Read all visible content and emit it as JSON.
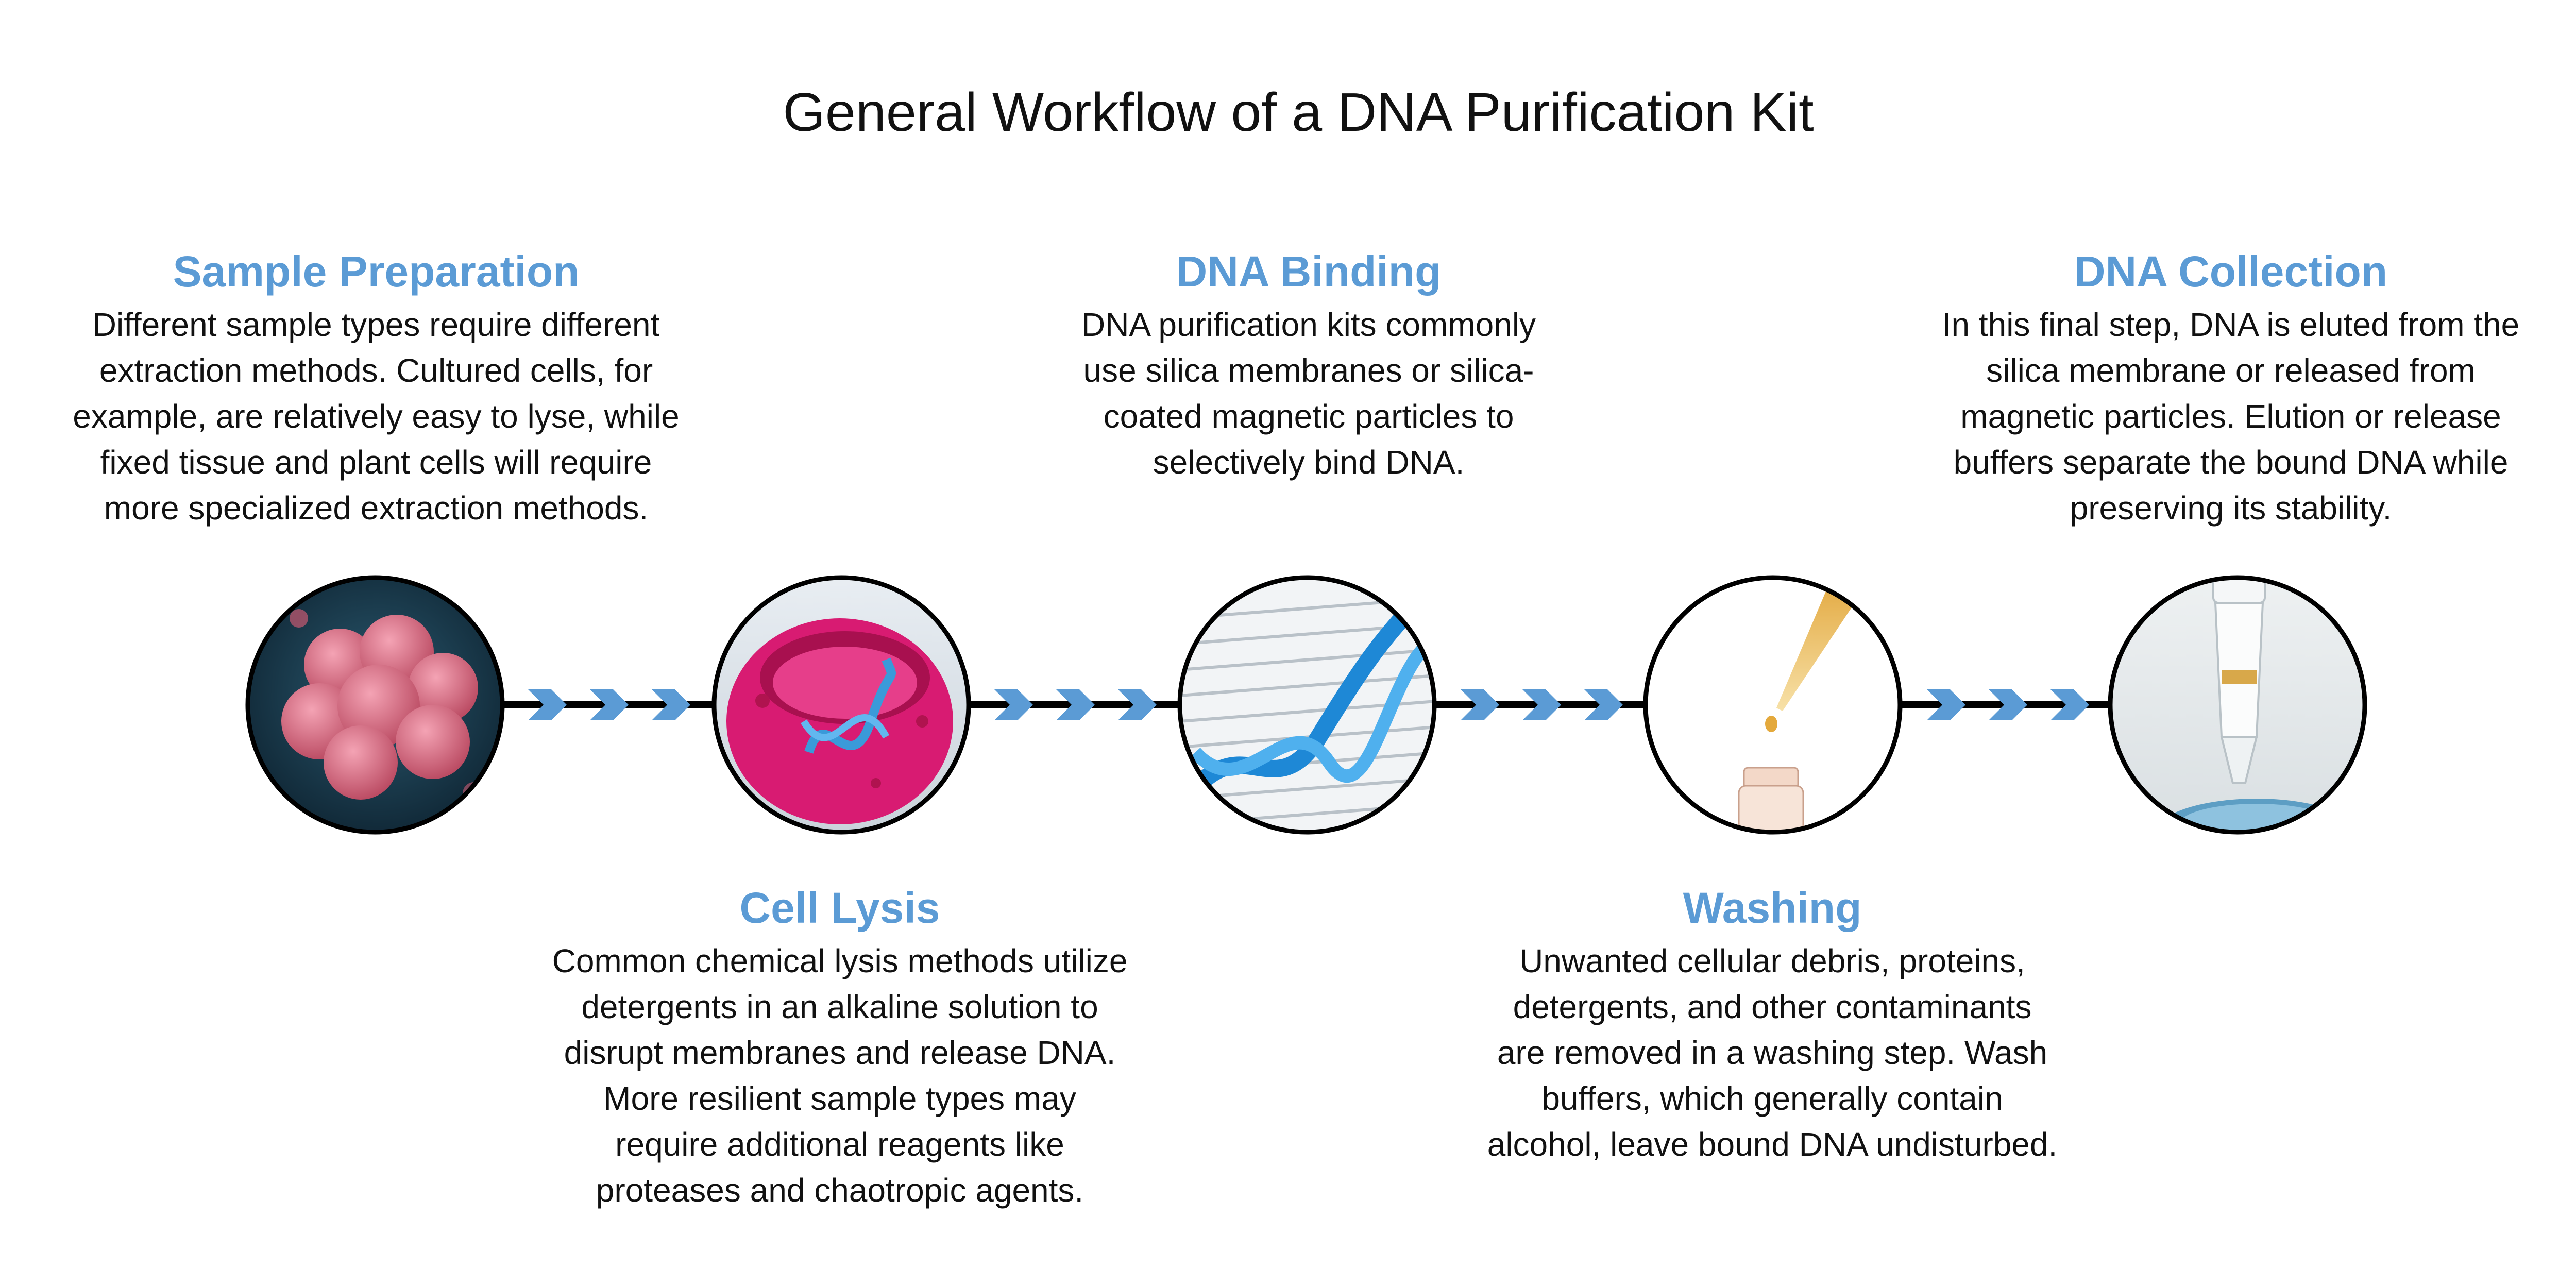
{
  "title": "General Workflow of a DNA Purification Kit",
  "colors": {
    "accent": "#5b9bd5",
    "text": "#111111",
    "line": "#000000"
  },
  "steps": [
    {
      "heading": "Sample Preparation",
      "lines": [
        "Different sample types require different",
        "extraction methods. Cultured cells, for",
        "example, are relatively easy to lyse, while",
        "fixed tissue and plant cells will require",
        "more specialized extraction methods."
      ]
    },
    {
      "heading": "Cell Lysis",
      "lines": [
        "Common chemical lysis methods utilize",
        "detergents in an alkaline solution to",
        "disrupt membranes and release DNA.",
        "More resilient sample types may",
        "require additional reagents like",
        "proteases and chaotropic agents."
      ]
    },
    {
      "heading": "DNA Binding",
      "lines": [
        "DNA purification kits commonly",
        "use silica membranes or silica-",
        "coated magnetic particles to",
        "selectively bind DNA."
      ]
    },
    {
      "heading": "Washing",
      "lines": [
        "Unwanted cellular debris, proteins,",
        "detergents, and other contaminants",
        "are removed in a washing step. Wash",
        "buffers, which generally contain",
        "alcohol, leave bound DNA undisturbed."
      ]
    },
    {
      "heading": "DNA Collection",
      "lines": [
        "In this final step, DNA is eluted from the",
        "silica membrane or released from",
        "magnetic particles. Elution or release",
        "buffers separate the bound DNA while",
        "preserving its stability."
      ]
    }
  ],
  "images": [
    {
      "icon": "cell-cluster-icon"
    },
    {
      "icon": "lysed-cell-icon"
    },
    {
      "icon": "dna-helix-icon"
    },
    {
      "icon": "pipette-dropper-icon"
    },
    {
      "icon": "tube-collection-icon"
    }
  ]
}
